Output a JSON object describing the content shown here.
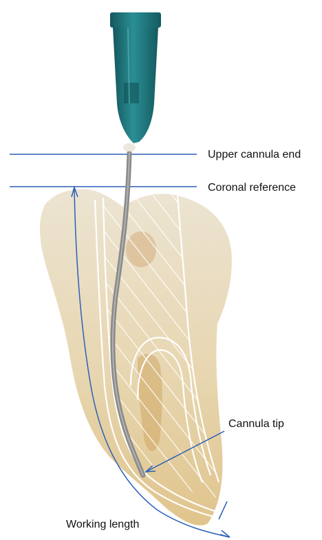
{
  "labels": {
    "upper_cannula_end": "Upper cannula end",
    "coronal_reference": "Coronal reference",
    "cannula_tip": "Cannula tip",
    "working_length": "Working length"
  },
  "colors": {
    "reference_line": "#2a5fb8",
    "tooth_enamel": "#e6d9bd",
    "tooth_root": "#e3cf9c",
    "hub": "#1f7d82",
    "cannula": "#8a8a8a",
    "hatch": "#ffffff"
  }
}
